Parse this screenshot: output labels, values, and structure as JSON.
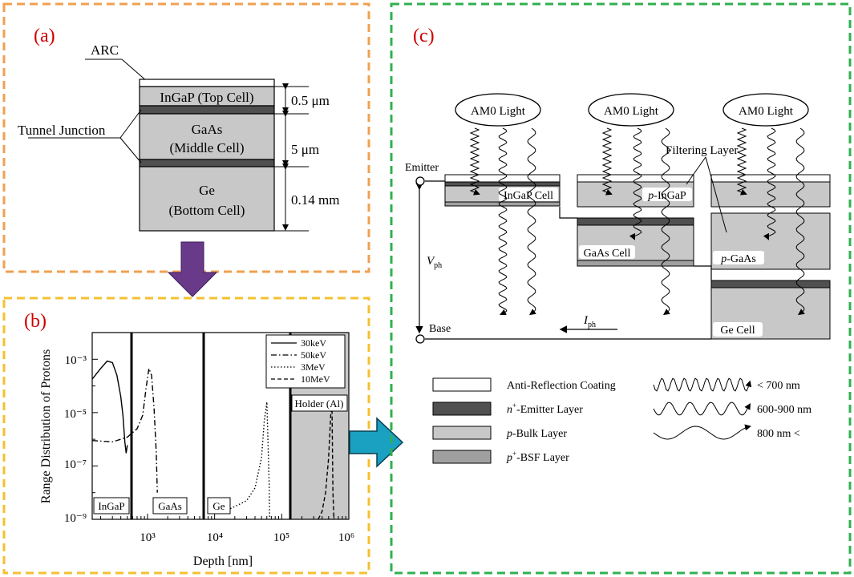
{
  "panel_a": {
    "label": "(a)",
    "arc": "ARC",
    "top_cell": "InGaP (Top Cell)",
    "middle_cell_line1": "GaAs",
    "middle_cell_line2": "(Middle Cell)",
    "bottom_cell_line1": "Ge",
    "bottom_cell_line2": "(Bottom Cell)",
    "tunnel_junction": "Tunnel Junction",
    "dim_top": "0.5 μm",
    "dim_middle": "5 μm",
    "dim_bottom": "0.14 mm"
  },
  "panel_b": {
    "label": "(b)",
    "chart_data": {
      "type": "line",
      "xlabel": "Depth [nm]",
      "ylabel": "Range Distribution of Protons",
      "x_scale": "log",
      "y_scale": "log",
      "xlim": [
        150,
        1000000
      ],
      "ylim": [
        1e-09,
        0.01
      ],
      "x_ticks": [
        "10³",
        "10⁴",
        "10⁵",
        "10⁶"
      ],
      "y_ticks": [
        "10⁻⁹",
        "10⁻⁷",
        "10⁻⁵",
        "10⁻³"
      ],
      "region_labels": [
        "InGaP",
        "GaAs",
        "Ge",
        "Holder (Al)"
      ],
      "boundaries_nm": [
        500,
        5500,
        140000
      ],
      "legend": "top-right",
      "series": [
        {
          "name": "30keV",
          "style": "solid",
          "points": [
            [
              150,
              0.00018
            ],
            [
              200,
              0.00045
            ],
            [
              250,
              0.00085
            ],
            [
              300,
              0.00075
            ],
            [
              350,
              0.00025
            ],
            [
              400,
              4e-05
            ],
            [
              430,
              8e-06
            ],
            [
              460,
              8e-07
            ],
            [
              480,
              3e-07
            ],
            [
              500,
              6e-07
            ]
          ]
        },
        {
          "name": "50keV",
          "style": "dashdot",
          "points": [
            [
              150,
              9e-07
            ],
            [
              300,
              8e-07
            ],
            [
              500,
              1.2e-06
            ],
            [
              700,
              2.5e-06
            ],
            [
              850,
              8e-06
            ],
            [
              950,
              8e-05
            ],
            [
              1050,
              0.00045
            ],
            [
              1150,
              0.00025
            ],
            [
              1250,
              1.5e-05
            ],
            [
              1350,
              3e-07
            ],
            [
              1400,
              1e-08
            ]
          ]
        },
        {
          "name": "3MeV",
          "style": "dotted",
          "points": [
            [
              14000,
              2e-09
            ],
            [
              20000,
              3e-09
            ],
            [
              30000,
              5e-09
            ],
            [
              40000,
              1.5e-08
            ],
            [
              50000,
              2e-07
            ],
            [
              55000,
              5e-06
            ],
            [
              60000,
              2.5e-05
            ],
            [
              65000,
              2e-08
            ],
            [
              66000,
              1e-09
            ]
          ]
        },
        {
          "name": "10MeV",
          "style": "dashed",
          "points": [
            [
              350000,
              1e-09
            ],
            [
              400000,
              2e-09
            ],
            [
              450000,
              1e-08
            ],
            [
              500000,
              2e-07
            ],
            [
              540000,
              1e-05
            ],
            [
              560000,
              3.5e-05
            ],
            [
              580000,
              1e-08
            ],
            [
              600000,
              1e-09
            ]
          ]
        }
      ]
    }
  },
  "panel_c": {
    "label": "(c)",
    "light": "AM0 Light",
    "filtering_layer": "Filtering Layer",
    "emitter": "Emitter",
    "base": "Base",
    "vph": "V",
    "vph_sub": "ph",
    "iph": "I",
    "iph_sub": "ph",
    "ingap_cell": "InGaP Cell",
    "p_ingap_pre": "p",
    "p_ingap_post": "-InGaP",
    "gaas_cell": "GaAs Cell",
    "p_gaas_pre": "p",
    "p_gaas_post": "-GaAs",
    "ge_cell": "Ge Cell",
    "legend_arc": "Anti-Reflection Coating",
    "legend_emitter_pre": "n",
    "legend_emitter_sup": "+",
    "legend_emitter_post": "-Emitter Layer",
    "legend_bulk_pre": "p",
    "legend_bulk_post": "-Bulk Layer",
    "legend_bsf_pre": "p",
    "legend_bsf_sup": "+",
    "legend_bsf_post": "-BSF Layer",
    "wave_short": "< 700 nm",
    "wave_mid": "600-900 nm",
    "wave_long": "800 nm <"
  },
  "colors": {
    "orange_border": "#f0a050",
    "yellow_border": "#f5c030",
    "green_border": "#30b050",
    "purple_arrow": "#6a3a8a",
    "teal_arrow": "#1aa0c0",
    "cell_gray": "#c8c8c8",
    "dark_layer": "#505050",
    "red_label": "#d00000"
  }
}
